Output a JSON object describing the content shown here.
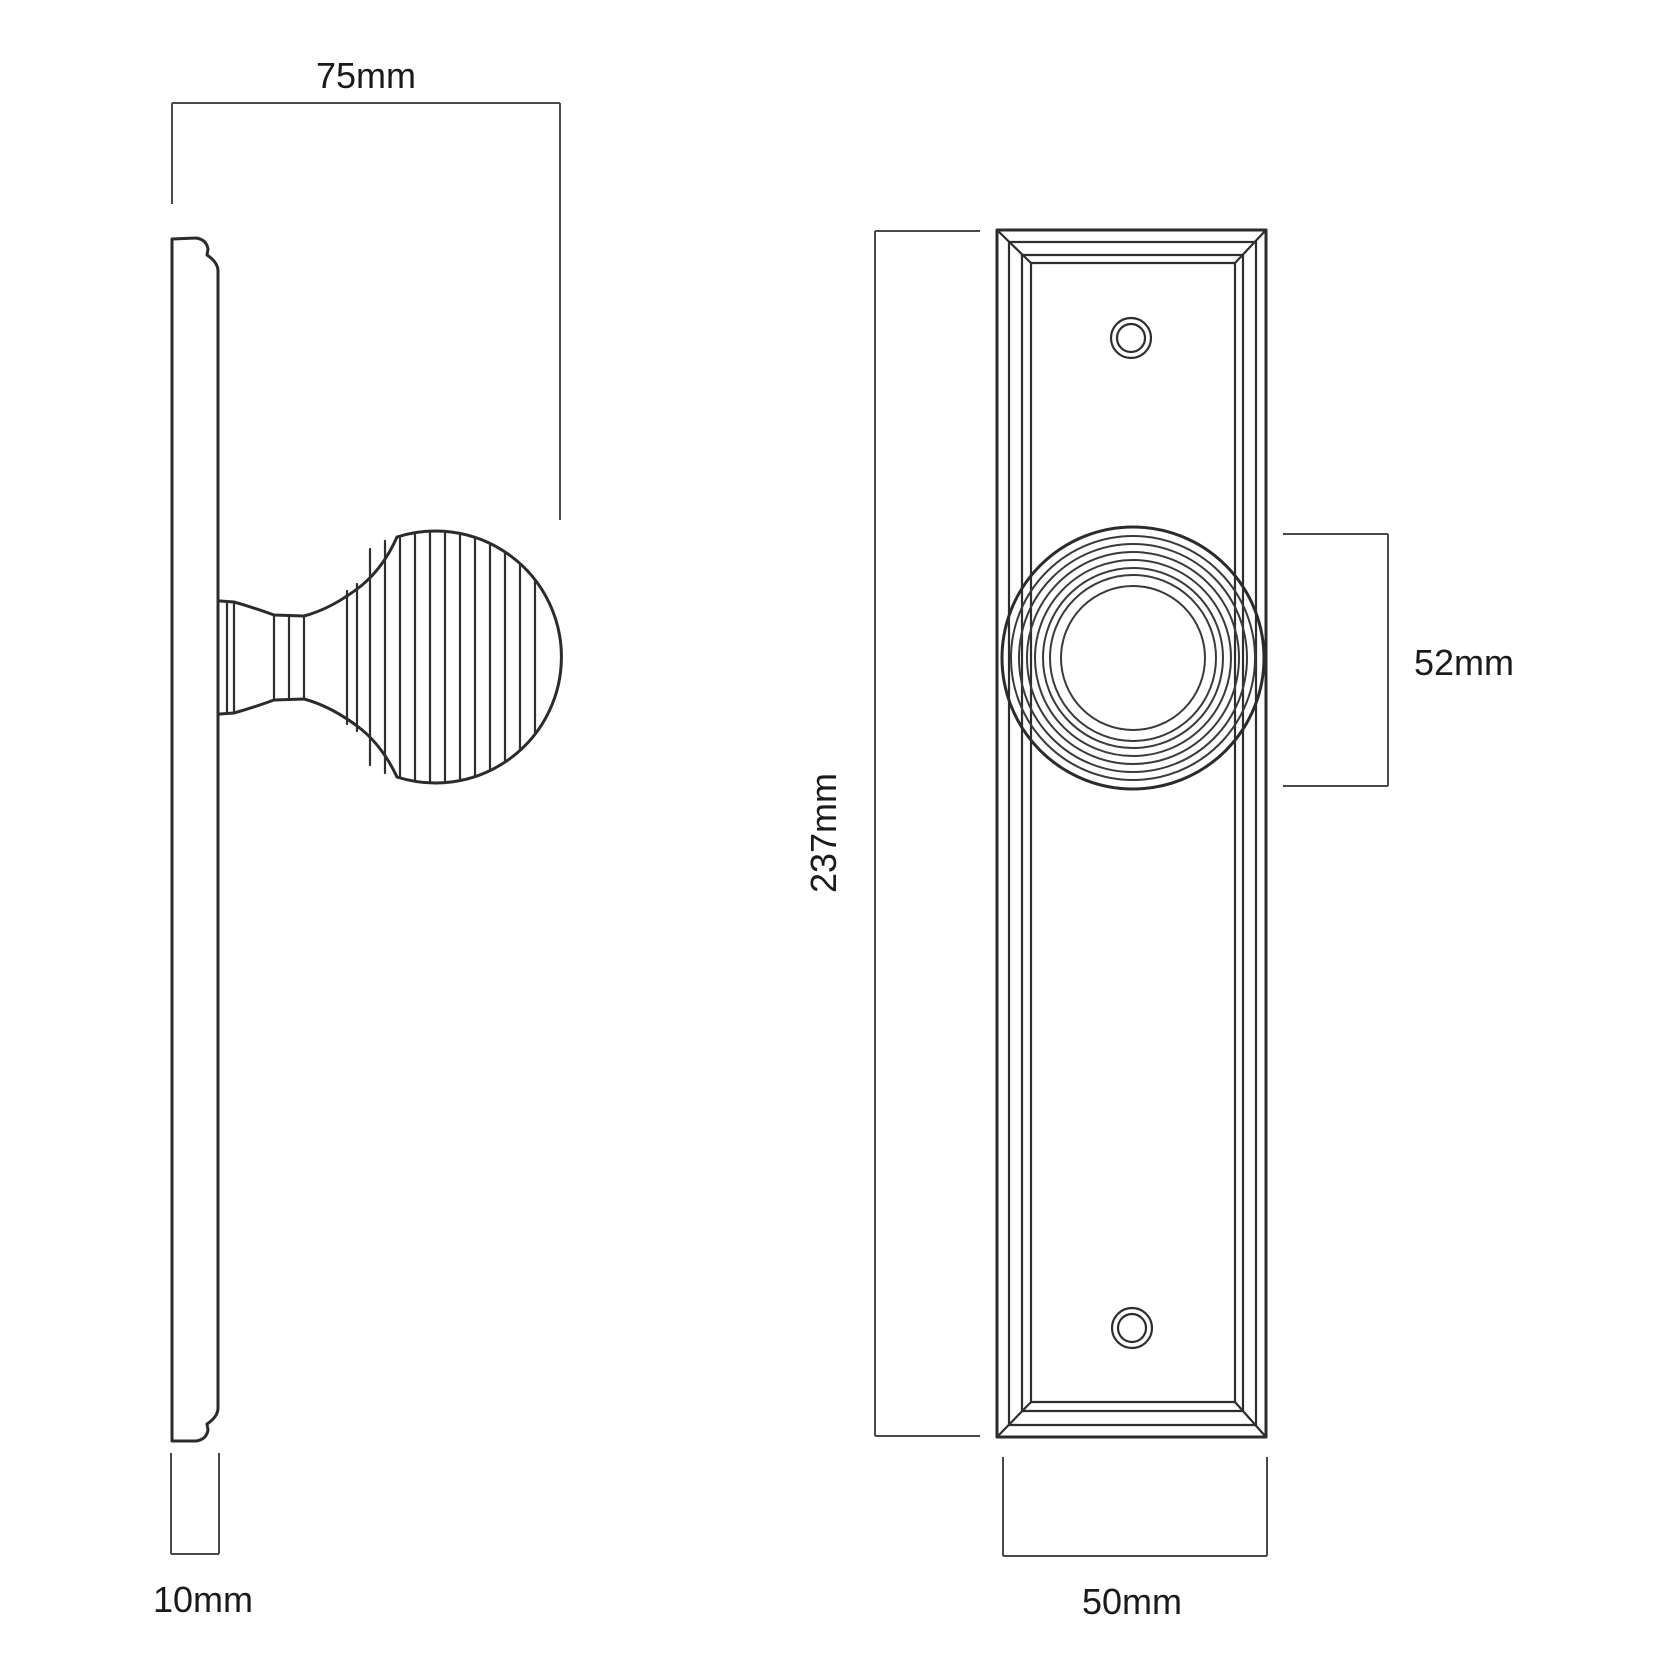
{
  "drawing": {
    "type": "technical-dimension-diagram",
    "subject": "reeded door knob on rectangular backplate",
    "colors": {
      "background": "#ffffff",
      "object_line": "#2b2b2b",
      "dimension_line": "#4a4a4a",
      "text": "#1a1a1a"
    },
    "side_view": {
      "description": "side profile of knob projecting from plate edge",
      "labels": {
        "projection": "75mm",
        "plate_thickness": "10mm"
      }
    },
    "front_view": {
      "description": "front elevation of backplate with knob and two screw holes",
      "labels": {
        "plate_height": "237mm",
        "knob_diameter": "52mm",
        "plate_width": "50mm"
      }
    }
  }
}
